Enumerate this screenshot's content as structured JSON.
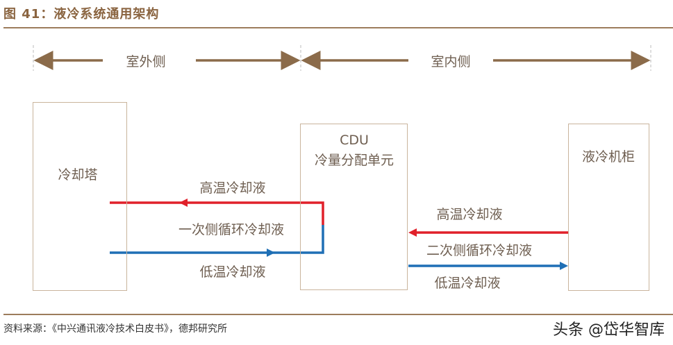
{
  "title": "图 41：液冷系统通用架构",
  "zones": {
    "outdoor": "室外侧",
    "indoor": "室内侧"
  },
  "boxes": {
    "cooling_tower": "冷却塔",
    "cdu_line1": "CDU",
    "cdu_line2": "冷量分配单元",
    "cabinet": "液冷机柜"
  },
  "primary_loop": {
    "hot": "高温冷却液",
    "name": "一次侧循环冷却液",
    "cold": "低温冷却液"
  },
  "secondary_loop": {
    "hot": "高温冷却液",
    "name": "二次侧循环冷却液",
    "cold": "低温冷却液"
  },
  "colors": {
    "hot": "#e0202a",
    "cold": "#1f6fb5",
    "accent": "#8b6b4a"
  },
  "source": "资料来源：《中兴通讯液冷技术白皮书》，德邦研究所",
  "watermark": "头条 @岱华智库"
}
